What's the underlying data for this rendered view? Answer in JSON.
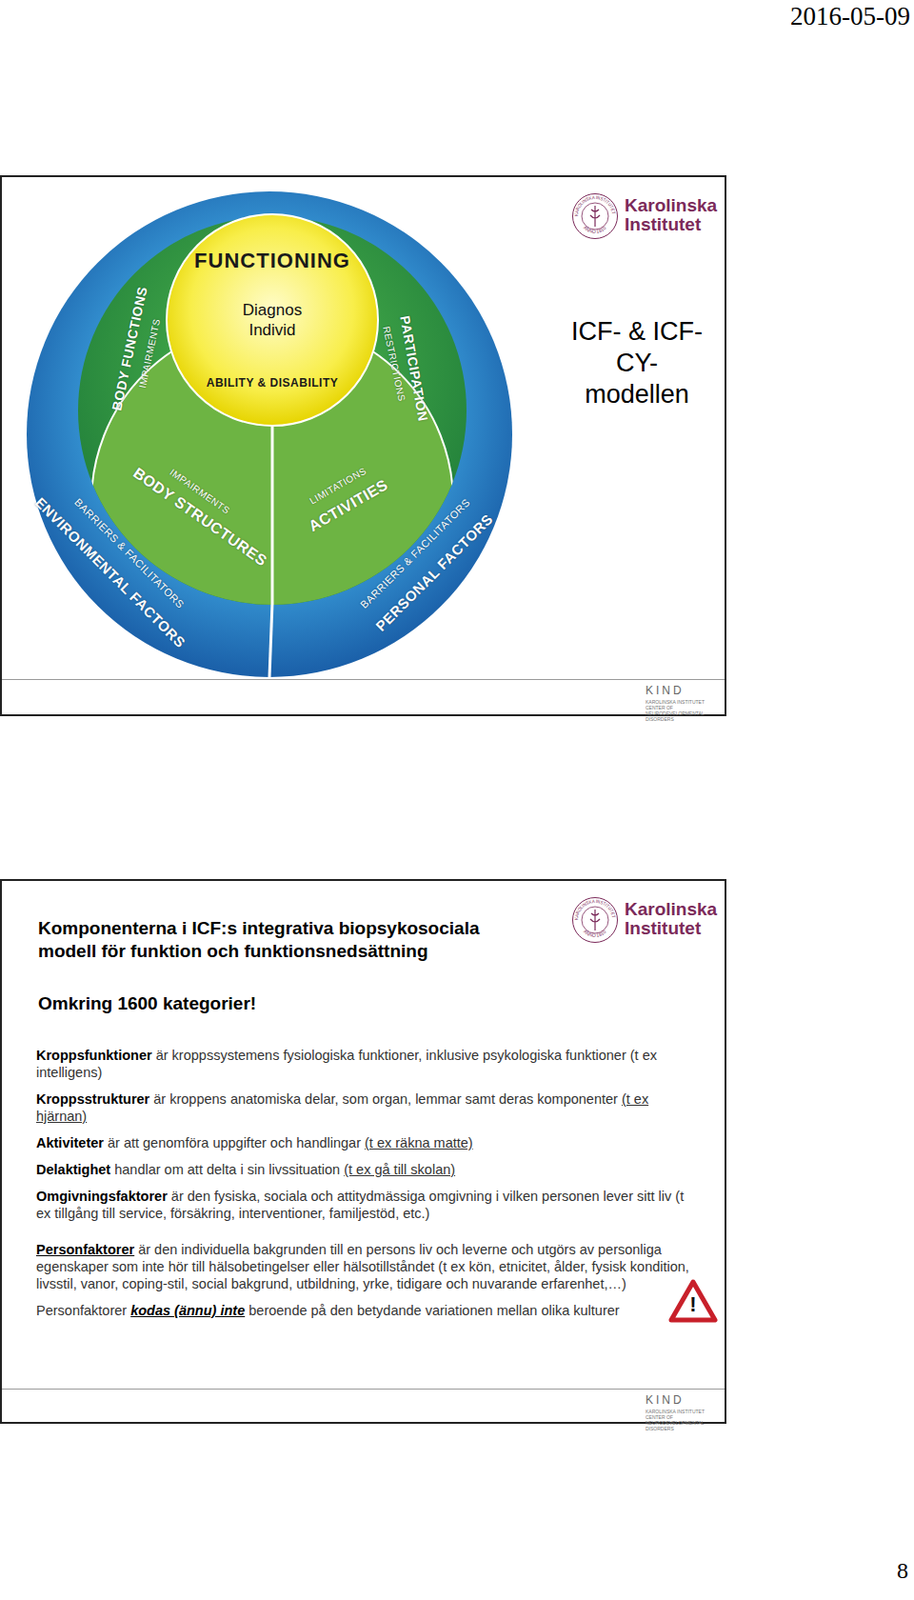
{
  "diagram": {
    "nodes": [
      {
        "text": [
          "ICF- & ICF-CY- modellen"
        ]
      },
      {
        "text": [
          "BARRIERS & FACILITATORS",
          "ENVIRONMENTAL FACTORS",
          "BARRIERS & FACILITATORS",
          "PERSONAL FACTORS"
        ],
        "in": 0
      },
      {
        "text": [
          "IMPAIRMENTS",
          "BODY FUNCTIONS",
          "RESTRICTIONS",
          "PARTICIPATION",
          "IMPAIRMENTS",
          "BODY STRUCTURES",
          "LIMITATIONS",
          "ACTIVITIES"
        ],
        "in": 1
      },
      {
        "text": [
          "FUNCTIONING",
          "Diagnos Individ",
          "ABILITY & DISABILITY"
        ],
        "in": 2
      },
      {
        "text": [
          "Komponenterna i ICF:s integrativa biopsykosociala modell för funktion och funktionsnedsättning",
          "Omkring 1600 kategorier!",
          "Kroppsfunktioner",
          "är kroppssystemens fysiologiska funktioner, inklusive psykologiska funktioner",
          "(t ex intelligens)",
          "Kroppsstrukturer",
          "är kroppens anatomiska delar, som organ, lemmar samt deras komponenter",
          "(t ex hjärnan)",
          "Aktiviteter",
          "är att genomföra uppgifter och handlingar",
          "(t ex räkna matte)",
          "Delaktighet",
          "handlar om att delta i sin livssituation",
          "(t ex gå till skolan)",
          "Omgivningsfaktorer",
          "är den fysiska, sociala och attitydmässiga omgivning i vilken personen lever sitt liv (t ex tillgång till service, försäkring, interventioner, familjestöd, etc.)",
          "Personfaktorer",
          "är den individuella bakgrunden till en persons liv och leverne och utgörs av personliga egenskaper som inte hör till hälsobetingelser eller hälsotillståndet (t ex kön, etnicitet, ålder, fysisk kondition, livsstil, vanor, coping-stil, social bakgrund, utbildning, yrke, tidigare och nuvarande erfarenhet,…)",
          "Personfaktorer",
          "kodas (ännu) inte",
          "beroende på den betydande variationen mellan olika kulturer"
        ]
      }
    ],
    "labels": [
      "2016-05-09",
      "KAROLINSKA INSTITUTET",
      "ANNO 1810",
      "Karolinska Institutet",
      "KIND",
      "KAROLINSKA INSTITUTET CENTER OF NEURODEVELOPMENTAL DISORDERS",
      "KAROLINSKA INSTITUTET",
      "ANNO 1810",
      "Karolinska Institutet",
      "KIND",
      "KAROLINSKA INSTITUTET CENTER OF NEURODEVELOPMENTAL DISORDERS",
      "!",
      "8"
    ]
  }
}
